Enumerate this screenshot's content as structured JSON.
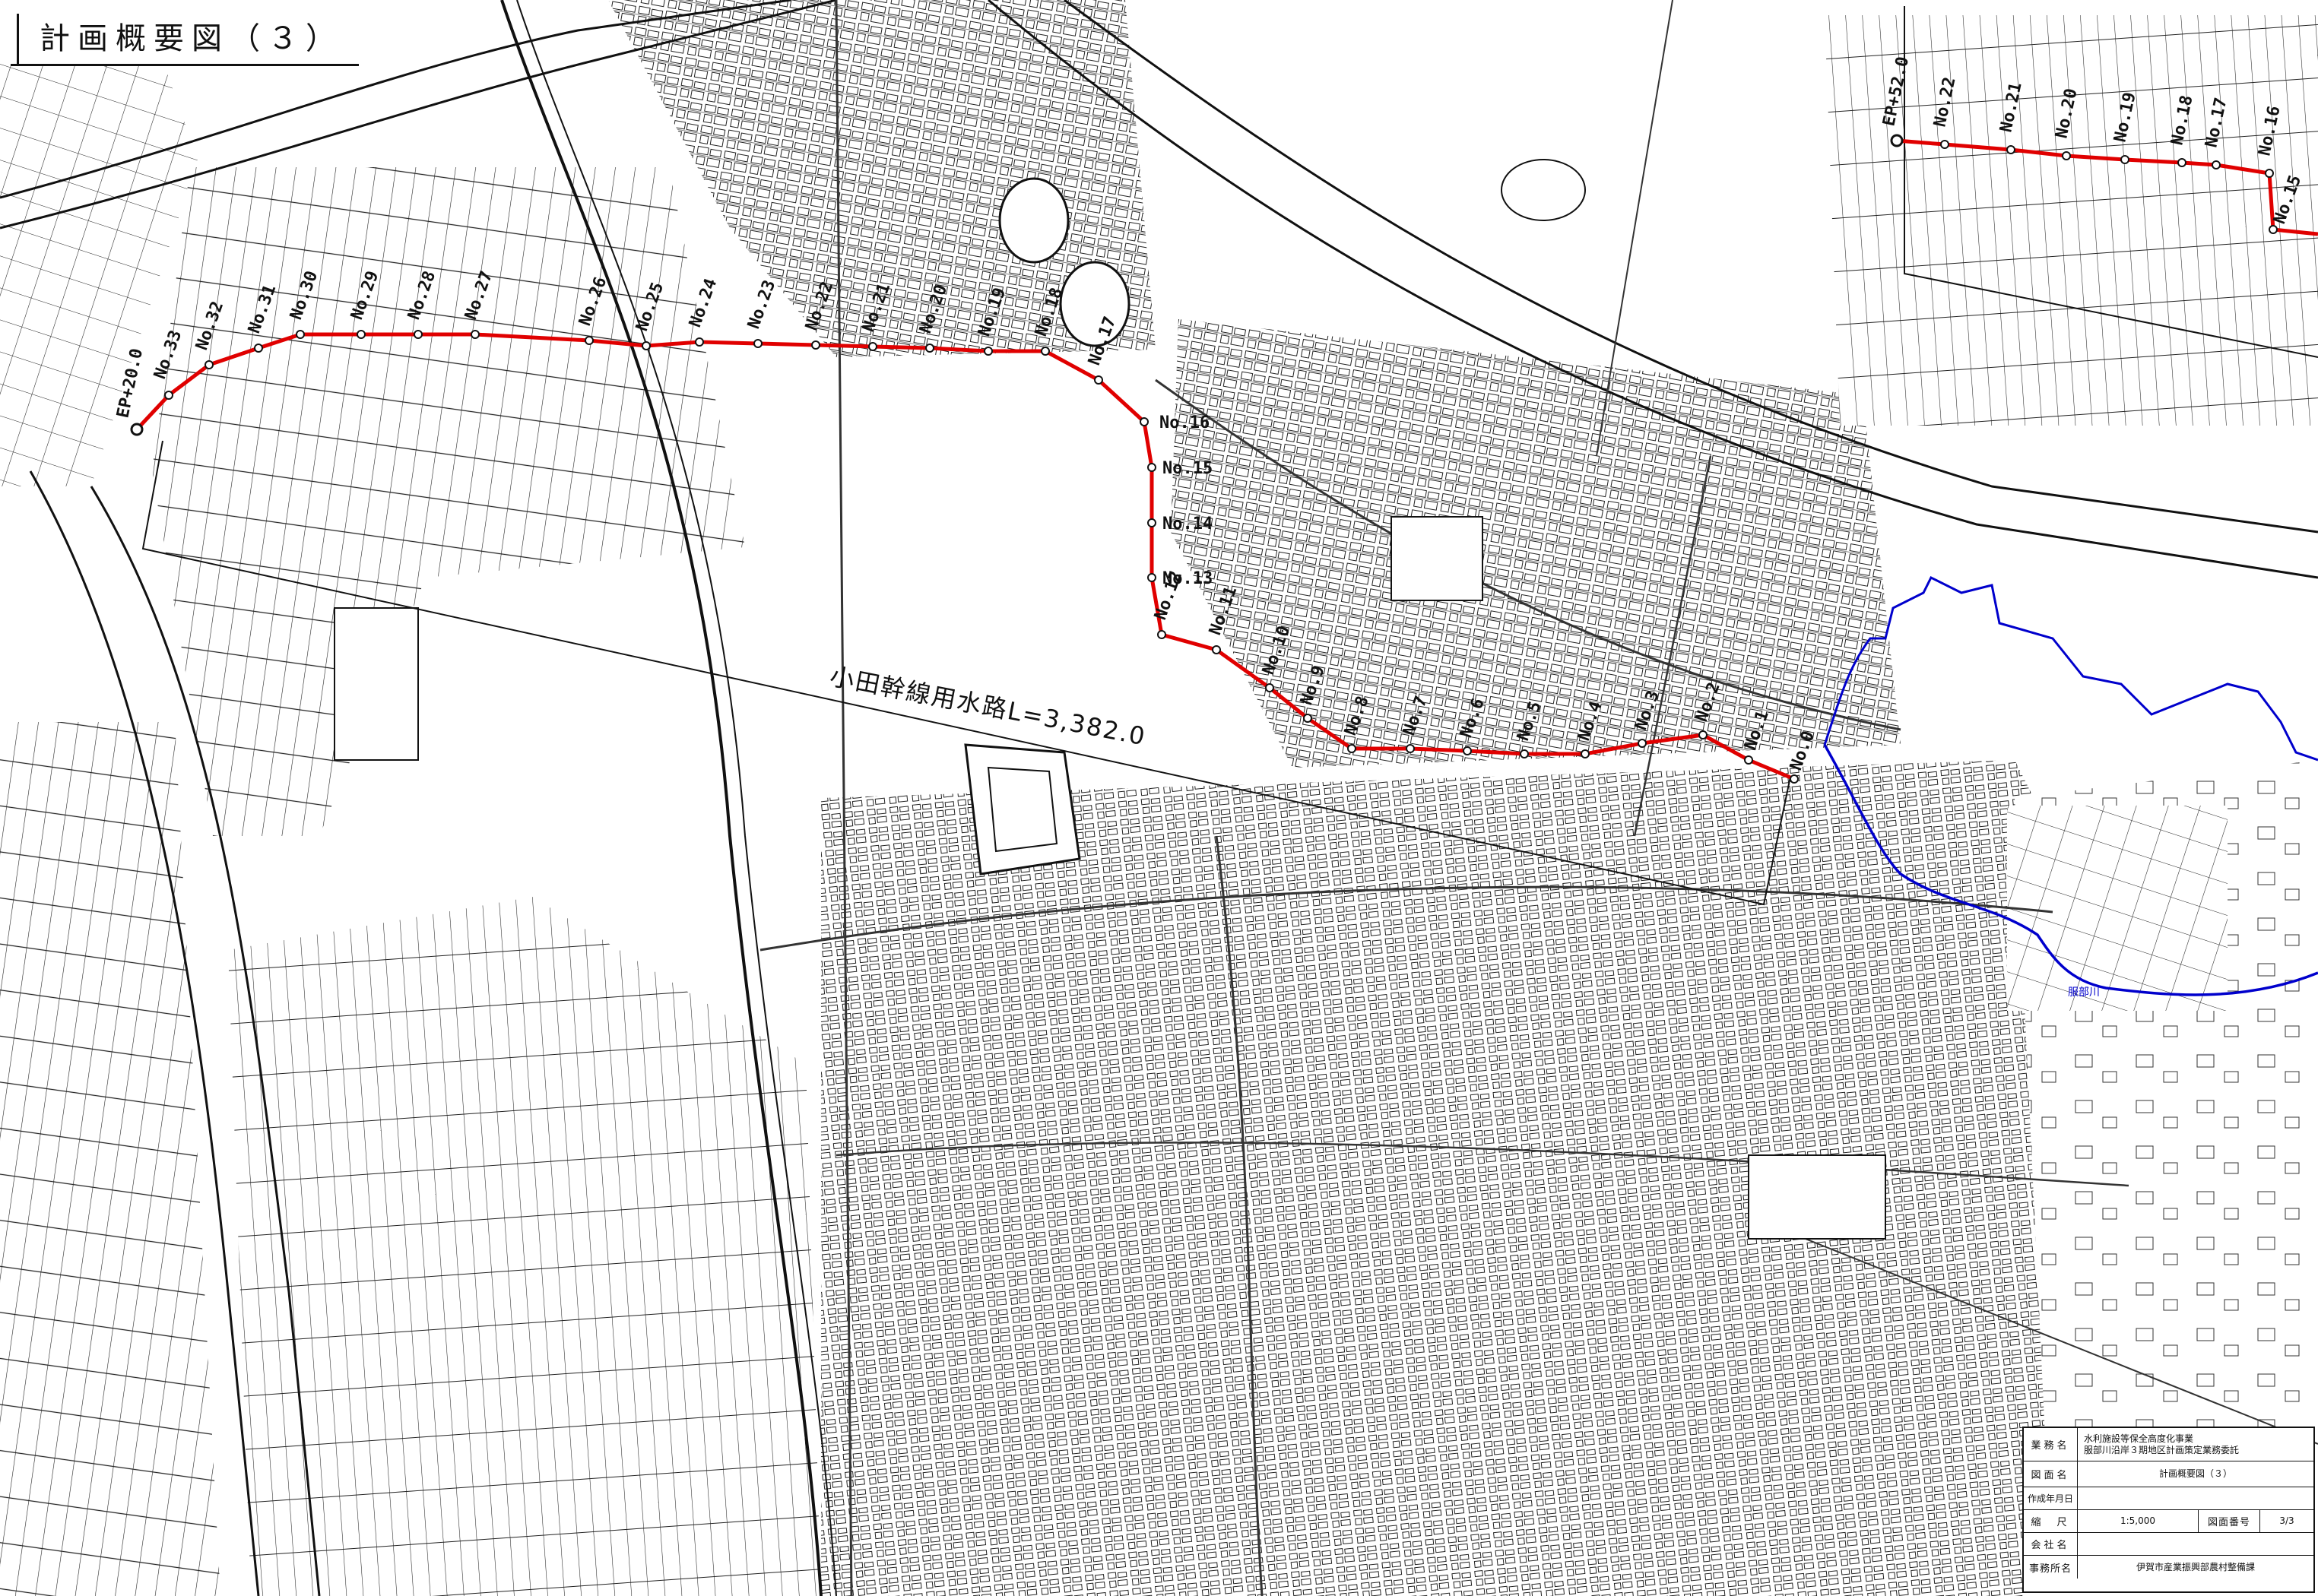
{
  "title": "計画概要図（３）",
  "pipeline": {
    "label": "小田幹線用水路L=3,382.0",
    "color": "#e00000",
    "stations_main": [
      "No.0",
      "No.1",
      "No.2",
      "No.3",
      "No.4",
      "No.5",
      "No.6",
      "No.7",
      "No.8",
      "No.9",
      "No.10",
      "No.11",
      "No.12",
      "No.13",
      "No.14",
      "No.15",
      "No.16",
      "No.17",
      "No.18",
      "No.19",
      "No.20",
      "No.21",
      "No.22",
      "No.23",
      "No.24",
      "No.25",
      "No.26",
      "No.27",
      "No.28",
      "No.29",
      "No.30",
      "No.31",
      "No.32",
      "No.33"
    ],
    "end_label_main": "EP+20.0",
    "stations_inset": [
      "No.22",
      "No.21",
      "No.20",
      "No.19",
      "No.18",
      "No.17",
      "No.16",
      "No.15"
    ],
    "end_label_inset": "EP+52.0"
  },
  "river": {
    "color": "#0000cc",
    "label": "服部川"
  },
  "title_block": {
    "project_label": "業務名",
    "project_lines": [
      "水利施設等保全高度化事業",
      "服部川沿岸３期地区計画策定業務委託"
    ],
    "drawing_label": "図面名",
    "drawing_value": "計画概要図（３）",
    "date_label": "作成年月日",
    "date_value": "",
    "scale_label": "縮　尺",
    "scale_value": "1:5,000",
    "sheet_label": "図面番号",
    "sheet_value": "3/3",
    "company_label": "会社名",
    "company_value": "",
    "office_label": "事務所名",
    "office_value": "伊賀市産業振興部農村整備課"
  }
}
